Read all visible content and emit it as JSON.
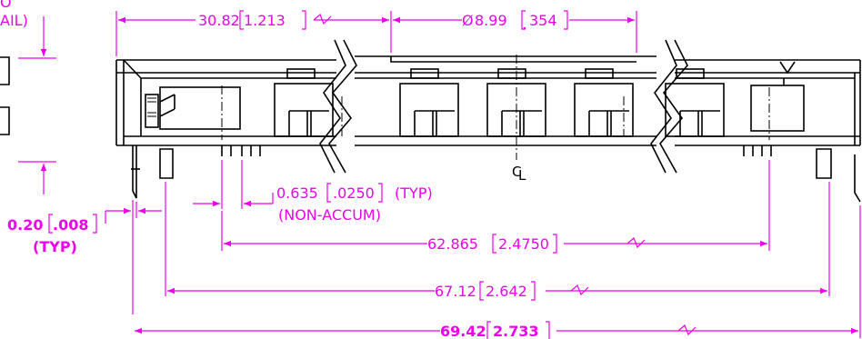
{
  "colors": {
    "dimension": "#ee00ee",
    "outline": "#000000",
    "background": "#ffffff"
  },
  "top_left_note": {
    "line1": "O",
    "line2": "AIL)"
  },
  "dimensions": {
    "pitch": {
      "metric": "30.82",
      "imperial": "1.213"
    },
    "diameter": {
      "symbol": "Ø",
      "metric": "8.99",
      "imperial": "354"
    },
    "pin_pitch": {
      "metric": "0.635",
      "imperial": ".0250",
      "note1": "(TYP)",
      "note2": "(NON-ACCUM)"
    },
    "pin_thickness": {
      "metric": "0.20",
      "imperial": ".008",
      "note": "(TYP)"
    },
    "pin_span": {
      "metric": "62.865",
      "imperial": "2.4750"
    },
    "post_span": {
      "metric": "67.12",
      "imperial": "2.642"
    },
    "overall": {
      "metric": "69.42",
      "imperial": "2.733"
    }
  },
  "centerline_label": "L"
}
